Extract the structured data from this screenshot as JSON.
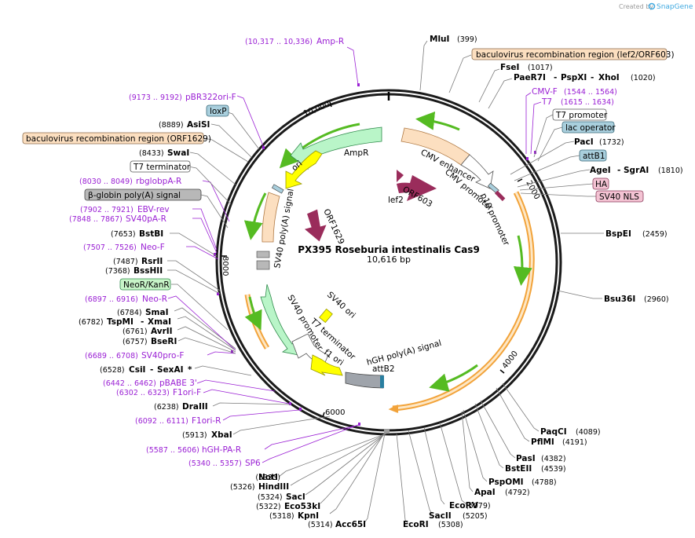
{
  "header": {
    "credit": "Created by",
    "brand": "SnapGene"
  },
  "map": {
    "name": "PX395 Roseburia intestinalis Cas9",
    "size": "10,616 bp",
    "ticks": [
      "2000",
      "4000",
      "6000",
      "8000",
      "10,000"
    ]
  },
  "features": {
    "cmv_enhancer": "CMV enhancer",
    "cmv_promoter": "CMV promoter",
    "p10_promoter": "p10 promoter",
    "orf603": "ORF603",
    "lef2": "lef2",
    "ampr": "AmpR",
    "ori": "ori",
    "orf1629": "ORF1629",
    "sv40_polya": "SV40 poly(A) signal",
    "sv40_promoter": "SV40 promoter",
    "sv40_ori": "SV40 ori",
    "t7_terminator": "T7 terminator",
    "f1_ori": "f1 ori",
    "hgh_polya": "hGH poly(A) signal",
    "attb2": "attB2"
  },
  "colors": {
    "cds_green": "#b9f5c8",
    "cds_stroke": "#2e8a4a",
    "orf_maroon": "#9a2c5b",
    "ori_yellow": "#ffff00",
    "promoter_beige": "#fcdfc0",
    "orange_arc": "#f2a33a",
    "green_arc": "#55bb22",
    "primer_purple": "#9a1fd4",
    "box_blue": "#a9cfdd",
    "box_pink": "#f3c3d3",
    "box_gray": "#b8b8b8",
    "box_green": "#c8f5c8",
    "box_beige": "#fcdfc0"
  },
  "labels": {
    "mlui": {
      "name": "MluI",
      "pos": "(399)"
    },
    "bacu_right": "baculovirus recombination region (lef2/ORF603)",
    "fsei": {
      "name": "FseI",
      "pos": "(1017)"
    },
    "paer7i": {
      "name": "PaeR7I",
      "sep1": "-",
      "name2": "PspXI",
      "sep2": "-",
      "name3": "XhoI",
      "pos": "(1020)"
    },
    "cmvf": {
      "name": "CMV-F",
      "pos": "(1544 .. 1564)"
    },
    "t7": {
      "name": "T7",
      "pos": "(1615 .. 1634)"
    },
    "t7_promoter": "T7 promoter",
    "lac_operator": "lac operator",
    "paci": {
      "name": "PacI",
      "pos": "(1732)"
    },
    "attb1": "attB1",
    "agei": {
      "name": "AgeI",
      "sep": "-",
      "name2": "SgrAI",
      "pos": "(1810)"
    },
    "ha": "HA",
    "sv40_nls": "SV40 NLS",
    "bspei": {
      "name": "BspEI",
      "pos": "(2459)"
    },
    "bsu36i": {
      "name": "Bsu36I",
      "pos": "(2960)"
    },
    "paqci": {
      "name": "PaqCI",
      "pos": "(4089)"
    },
    "pflmi": {
      "name": "PflMI",
      "pos": "(4191)"
    },
    "pasi": {
      "name": "PasI",
      "pos": "(4382)"
    },
    "bsteii": {
      "name": "BstEII",
      "pos": "(4539)"
    },
    "pspomi": {
      "name": "PspOMI",
      "pos": "(4788)"
    },
    "apai": {
      "name": "ApaI",
      "pos": "(4792)"
    },
    "ecorv_pos": "(5079)",
    "ecorv": "EcoRV",
    "sacii": "SacII",
    "sacii_pos": "(5205)",
    "ecori": "EcoRI",
    "ecori_pos": "(5308)",
    "amp_r": {
      "name": "Amp-R",
      "pos": "(10,317 .. 10,336)"
    },
    "pbr322": {
      "name": "pBR322ori-F",
      "pos": "(9173 .. 9192)"
    },
    "loxp": "loxP",
    "asisi": {
      "name": "AsiSI",
      "pos": "(8889)"
    },
    "bacu_left": "baculovirus recombination region (ORF1629)",
    "swai": {
      "name": "SwaI",
      "pos": "(8433)"
    },
    "t7_terminator_box": "T7 terminator",
    "rbglobpa": {
      "name": "rbglobpA-R",
      "pos": "(8030 .. 8049)"
    },
    "bglobin": "β-globin poly(A) signal",
    "ebv": {
      "name": "EBV-rev",
      "pos": "(7902 .. 7921)"
    },
    "sv40par": {
      "name": "SV40pA-R",
      "pos": "(7848 .. 7867)"
    },
    "bstbi": {
      "name": "BstBI",
      "pos": "(7653)"
    },
    "neof": {
      "name": "Neo-F",
      "pos": "(7507 .. 7526)"
    },
    "rsrii": {
      "name": "RsrII",
      "pos": "(7487)"
    },
    "bsshii": {
      "name": "BssHII",
      "pos": "(7368)"
    },
    "neokan": "NeoR/KanR",
    "neor": {
      "name": "Neo-R",
      "pos": "(6897 .. 6916)"
    },
    "smai": {
      "name": "SmaI",
      "pos": "(6784)"
    },
    "tspmi": {
      "name": "TspMI",
      "sep": "-",
      "name2": "XmaI",
      "pos": "(6782)"
    },
    "avrii": {
      "name": "AvrII",
      "pos": "(6761)"
    },
    "bseri": {
      "name": "BseRI",
      "pos": "(6757)"
    },
    "sv40prof": {
      "name": "SV40pro-F",
      "pos": "(6689 .. 6708)"
    },
    "csii": {
      "name": "CsiI",
      "sep": "-",
      "name2": "SexAI",
      "star": "*",
      "pos": "(6528)"
    },
    "pbabe": {
      "name": "pBABE 3'",
      "pos": "(6442 .. 6462)"
    },
    "f1orif": {
      "name": "F1ori-F",
      "pos": "(6302 .. 6323)"
    },
    "draiii": {
      "name": "DraIII",
      "pos": "(6238)"
    },
    "f1orir": {
      "name": "F1ori-R",
      "pos": "(6092 .. 6111)"
    },
    "xbai": {
      "name": "XbaI",
      "pos": "(5913)"
    },
    "hghpar": {
      "name": "hGH-PA-R",
      "pos": "(5587 .. 5606)"
    },
    "sp6": {
      "name": "SP6",
      "pos": "(5340 .. 5357)"
    },
    "noti": {
      "name": "NotI",
      "pos": "(5333)"
    },
    "hindiii": {
      "name": "HindIII",
      "pos": "(5326)"
    },
    "saci": {
      "name": "SacI",
      "pos": "(5324)"
    },
    "eco53ki": {
      "name": "Eco53kI",
      "pos": "(5322)"
    },
    "kpni": {
      "name": "KpnI",
      "pos": "(5318)"
    },
    "acc65i": {
      "name": "Acc65I",
      "pos": "(5314)"
    }
  }
}
